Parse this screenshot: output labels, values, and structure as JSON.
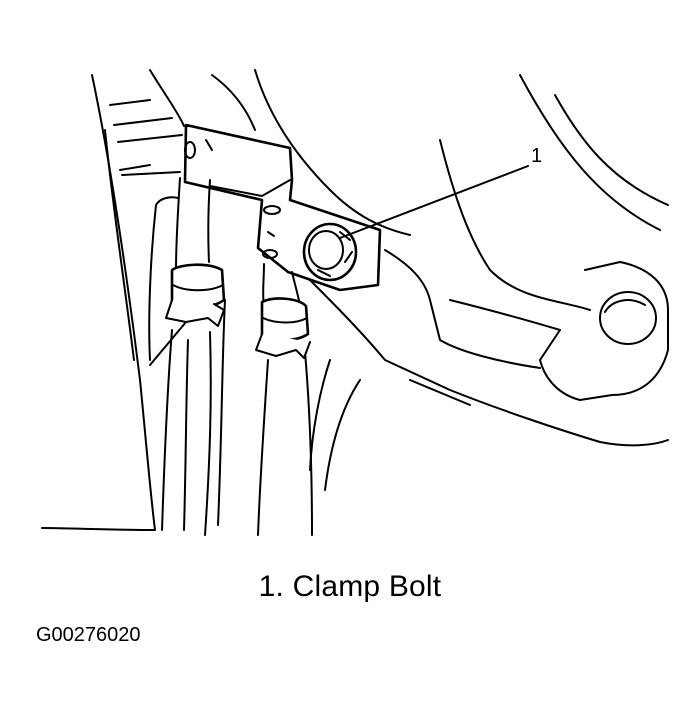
{
  "diagram": {
    "callout_number": "1",
    "caption": "1. Clamp Bolt",
    "figure_id": "G00276020"
  }
}
